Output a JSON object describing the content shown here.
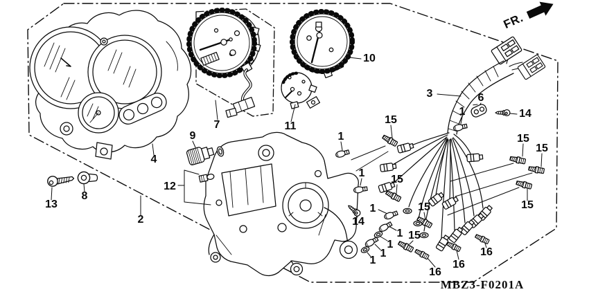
{
  "figure": {
    "code": "MBZ3-F0201A",
    "front_marker": "FR."
  },
  "callouts": [
    {
      "part": "4"
    },
    {
      "part": "2"
    },
    {
      "part": "13"
    },
    {
      "part": "8"
    },
    {
      "part": "9"
    },
    {
      "part": "7"
    },
    {
      "part": "11"
    },
    {
      "part": "10"
    },
    {
      "part": "12"
    },
    {
      "part": "3"
    },
    {
      "part": "6"
    },
    {
      "part": "14"
    },
    {
      "part": "14"
    },
    {
      "part": "1"
    },
    {
      "part": "1"
    },
    {
      "part": "1"
    },
    {
      "part": "1"
    },
    {
      "part": "1"
    },
    {
      "part": "1"
    },
    {
      "part": "1"
    },
    {
      "part": "1"
    },
    {
      "part": "15"
    },
    {
      "part": "15"
    },
    {
      "part": "15"
    },
    {
      "part": "15"
    },
    {
      "part": "15"
    },
    {
      "part": "15"
    },
    {
      "part": "15"
    },
    {
      "part": "16"
    },
    {
      "part": "16"
    },
    {
      "part": "16"
    }
  ]
}
